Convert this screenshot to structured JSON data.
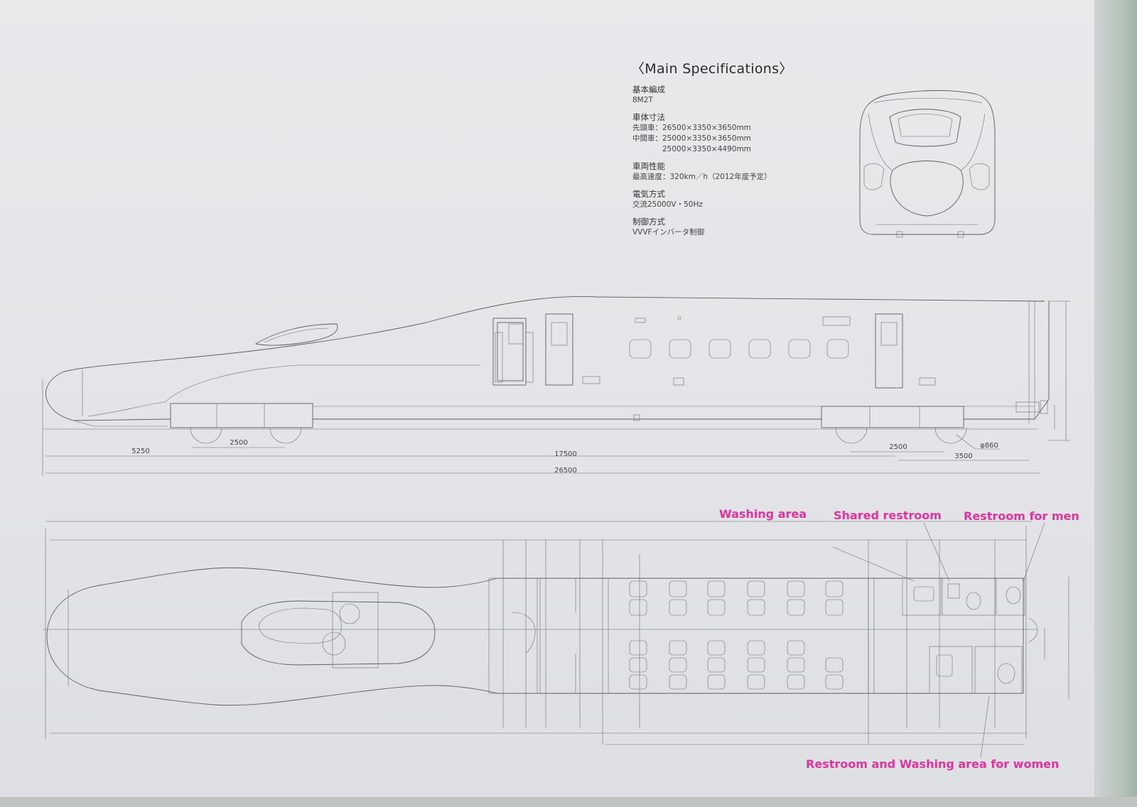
{
  "main_specifications": {
    "title": "〈Main Specifications〉",
    "items": [
      {
        "heading": "基本編成",
        "value": "8M2T"
      },
      {
        "heading": "車体寸法",
        "value": "先頭車：26500×3350×3650mm\n中間車：25000×3350×3650mm\n　　　　25000×3350×4490mm"
      },
      {
        "heading": "車両性能",
        "value": "最高速度：320km／h（2012年度予定）"
      },
      {
        "heading": "電気方式",
        "value": "交流25000V・50Hz"
      },
      {
        "heading": "制御方式",
        "value": "VVVFインバータ制御"
      }
    ]
  },
  "side_view_dimensions": {
    "front_overhang": "5250",
    "front_bogie_wheelbase": "2500",
    "bogie_center_distance": "17500",
    "rear_bogie_wheelbase": "2500",
    "wheel_diameter": "φ860",
    "rear_overhang": "3500",
    "overall_length": "26500"
  },
  "floor_plan_labels": {
    "washing_area": "Washing area",
    "shared_restroom": "Shared restroom",
    "restroom_men": "Restroom for men",
    "restroom_women": "Restroom and Washing area for women"
  },
  "colors": {
    "label_pink": "#e0339e",
    "line": "#5d5d62",
    "paper": "#e7e7eb"
  }
}
